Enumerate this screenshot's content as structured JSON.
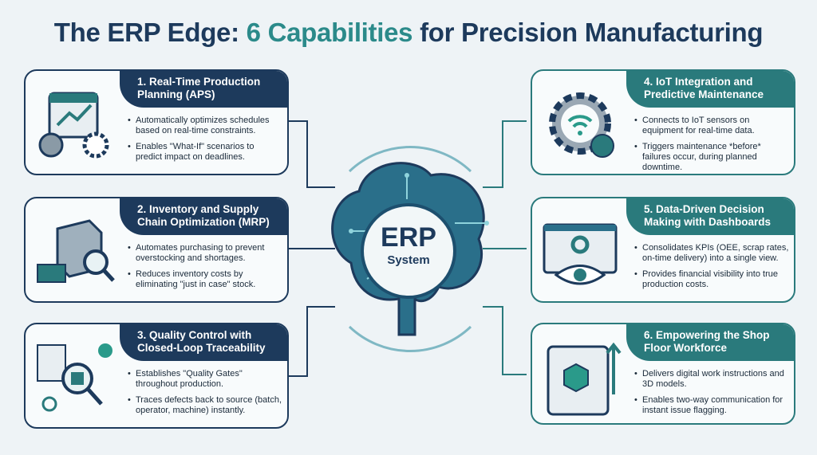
{
  "title": {
    "part1": "The ERP Edge: ",
    "highlight": "6 Capabilities",
    "part2": " for Precision Manufacturing"
  },
  "center": {
    "line1": "ERP",
    "line2": "System"
  },
  "cards": [
    {
      "heading": "1. Real-Time Production Planning (APS)",
      "bullets": [
        "Automatically optimizes schedules based on real-time constraints.",
        "Enables \"What-If\" scenarios to predict impact on deadlines."
      ]
    },
    {
      "heading": "2. Inventory and Supply Chain Optimization (MRP)",
      "bullets": [
        "Automates purchasing to prevent overstocking and shortages.",
        "Reduces inventory costs by eliminating \"just in case\" stock."
      ]
    },
    {
      "heading": "3. Quality Control with Closed-Loop Traceability",
      "bullets": [
        "Establishes \"Quality Gates\" throughout production.",
        "Traces defects back to source (batch, operator, machine) instantly."
      ]
    },
    {
      "heading": "4. IoT Integration and Predictive Maintenance",
      "bullets": [
        "Connects to IoT sensors on equipment for real-time data.",
        "Triggers maintenance *before* failures occur, during planned downtime."
      ]
    },
    {
      "heading": "5. Data-Driven Decision Making with Dashboards",
      "bullets": [
        "Consolidates KPIs (OEE, scrap rates, on-time delivery) into a single view.",
        "Provides financial visibility into true production costs."
      ]
    },
    {
      "heading": "6. Empowering the Shop Floor Workforce",
      "bullets": [
        "Delivers digital work instructions and 3D models.",
        "Enables two-way communication for instant issue flagging."
      ]
    }
  ],
  "colors": {
    "navy": "#1d3a5c",
    "teal": "#2a7a7c",
    "background": "#eef3f6"
  }
}
